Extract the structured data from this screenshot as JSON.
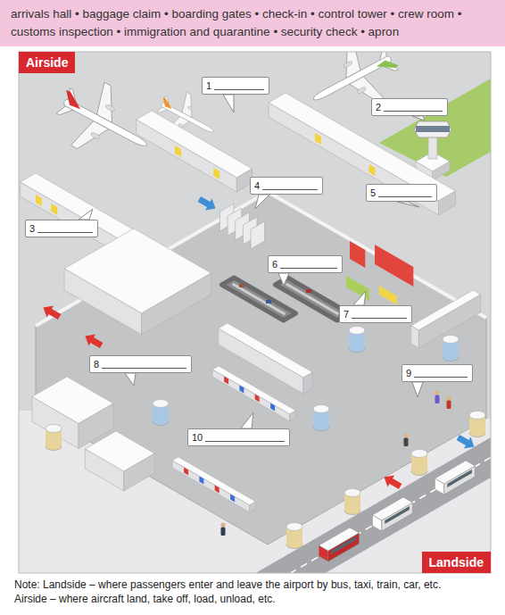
{
  "diagram": {
    "nodes": [
      {
        "text": [
          "arrivals hall • baggage claim • boarding gates • check-in • control tower • crew room • customs inspection • immigration and quarantine • security check • apron"
        ]
      },
      {
        "text": [
          "Airside"
        ]
      },
      {
        "text": [
          "1"
        ]
      },
      {
        "text": [
          "2"
        ]
      },
      {
        "text": [
          "3"
        ]
      },
      {
        "text": [
          "4"
        ]
      },
      {
        "text": [
          "5"
        ]
      },
      {
        "text": [
          "6"
        ]
      },
      {
        "text": [
          "7"
        ]
      },
      {
        "text": [
          "8"
        ]
      },
      {
        "text": [
          "9"
        ]
      },
      {
        "text": [
          "10"
        ]
      },
      {
        "text": [
          "Landside"
        ]
      }
    ],
    "labels": [
      "Note: Landside – where passengers enter and leave the airport by bus, taxi, train, car, etc.",
      "Airside – where aircraft land, take off, load, unload, etc."
    ]
  }
}
